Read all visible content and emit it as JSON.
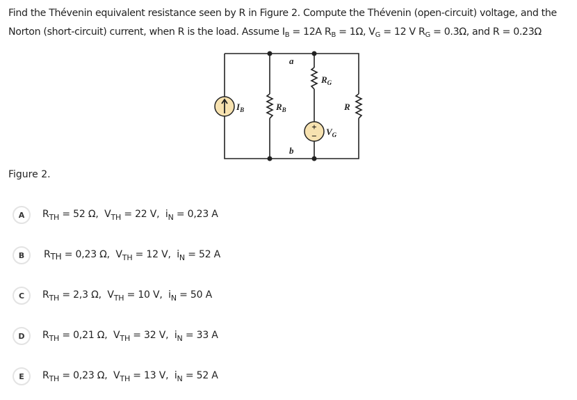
{
  "question": {
    "line1": "Find the Thévenin equivalent resistance seen by R in Figure 2. Compute the Thévenin (open-circuit) voltage, and the",
    "line2": [
      {
        "t": "Norton (short-circuit) current, when R is the load. Assume I"
      },
      {
        "s": "B"
      },
      {
        "t": " = 12A R"
      },
      {
        "s": "B"
      },
      {
        "t": " = 1Ω, V"
      },
      {
        "s": "G"
      },
      {
        "t": " = 12 V R"
      },
      {
        "s": "G"
      },
      {
        "t": " = 0.3Ω, and R = 0.23Ω"
      }
    ]
  },
  "circuit": {
    "labels": {
      "a": "a",
      "b": "b",
      "IB": "I",
      "IB_sub": "B",
      "RB": "R",
      "RB_sub": "B",
      "RG": "R",
      "RG_sub": "G",
      "VG": "V",
      "VG_sub": "G",
      "R": "R",
      "plus": "+",
      "minus": "−"
    },
    "colors": {
      "source_fill": "#f7e2b0",
      "wire": "#222222"
    }
  },
  "figure_caption": "Figure 2.",
  "options": [
    {
      "letter": "A",
      "r_label": "R",
      "r_sub": "TH",
      "r_val": " = 52 Ω,  ",
      "v_label": "V",
      "v_sub": "TH",
      "v_val": " = 22 V,  ",
      "i_label": "i",
      "i_sub": "N",
      "i_val": " = 0,23 A"
    },
    {
      "letter": "B",
      "r_label": "R",
      "r_sub": "TH",
      "r_val": " = 0,23 Ω,  ",
      "v_label": "V",
      "v_sub": "TH",
      "v_val": " = 12 V,  ",
      "i_label": "i",
      "i_sub": "N",
      "i_val": " = 52 A"
    },
    {
      "letter": "C",
      "r_label": "R",
      "r_sub": "TH",
      "r_val": " = 2,3 Ω,  ",
      "v_label": "V",
      "v_sub": "TH",
      "v_val": " = 10 V,  ",
      "i_label": "i",
      "i_sub": "N",
      "i_val": " = 50 A"
    },
    {
      "letter": "D",
      "r_label": "R",
      "r_sub": "TH",
      "r_val": " = 0,21 Ω,  ",
      "v_label": "V",
      "v_sub": "TH",
      "v_val": " = 32 V,  ",
      "i_label": "i",
      "i_sub": "N",
      "i_val": " = 33 A"
    },
    {
      "letter": "E",
      "r_label": "R",
      "r_sub": "TH",
      "r_val": " = 0,23 Ω,  ",
      "v_label": "V",
      "v_sub": "TH",
      "v_val": " = 13 V,  ",
      "i_label": "i",
      "i_sub": "N",
      "i_val": " = 52 A"
    }
  ]
}
